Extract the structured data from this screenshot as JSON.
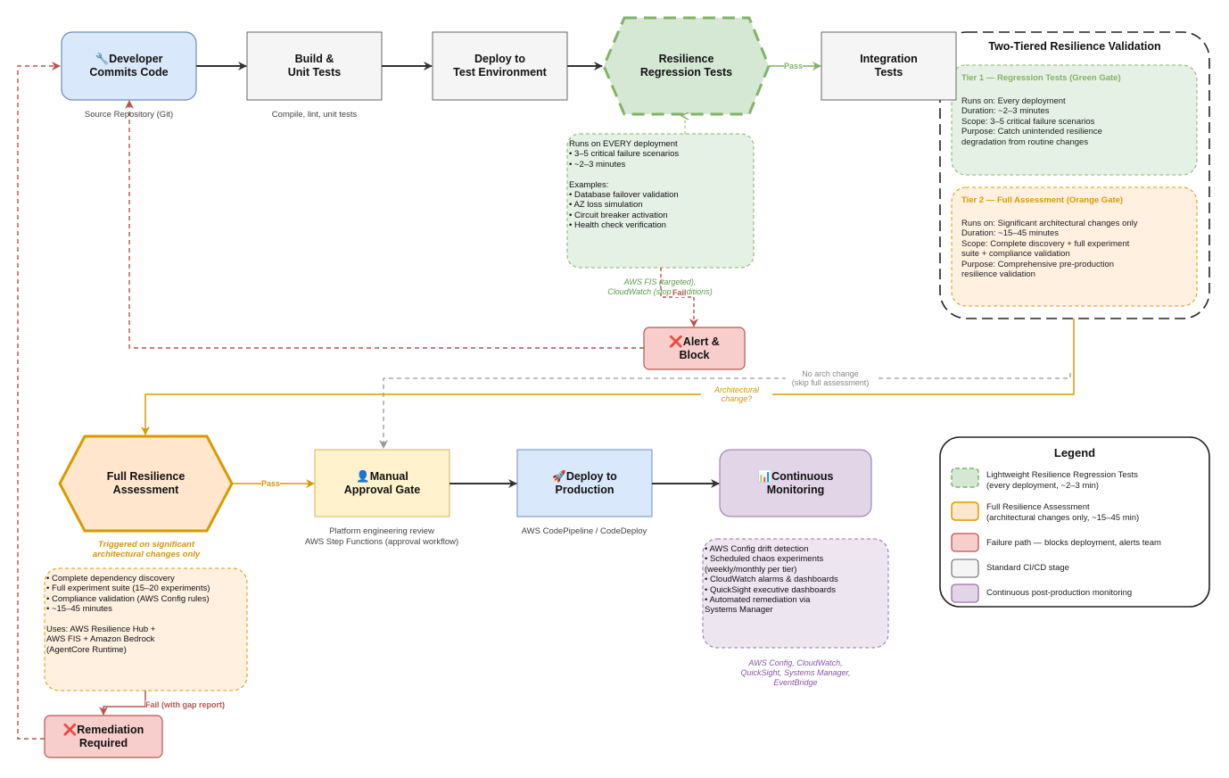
{
  "nodes": {
    "developer": {
      "icon": "🔧",
      "line1": "Developer",
      "line2": "Commits Code",
      "caption": "Source Repository (Git)"
    },
    "build": {
      "line1": "Build &",
      "line2": "Unit Tests",
      "caption": "Compile, lint, unit tests"
    },
    "deploy_test": {
      "line1": "Deploy to",
      "line2": "Test Environment"
    },
    "regression": {
      "line1": "Resilience",
      "line2": "Regression Tests"
    },
    "integration": {
      "line1": "Integration",
      "line2": "Tests"
    },
    "alert": {
      "icon": "❌",
      "line1": "Alert &",
      "line2": "Block"
    },
    "full": {
      "line1": "Full Resilience",
      "line2": "Assessment"
    },
    "approval": {
      "icon": "👤",
      "line1": "Manual",
      "line2": "Approval Gate",
      "caption1": "Platform engineering review",
      "caption2": "AWS Step Functions (approval workflow)"
    },
    "production": {
      "icon": "🚀",
      "line1": "Deploy to",
      "line2": "Production",
      "caption": "AWS CodePipeline / CodeDeploy"
    },
    "monitoring": {
      "icon": "📊",
      "line1": "Continuous",
      "line2": "Monitoring"
    },
    "remediation": {
      "icon": "❌",
      "line1": "Remediation",
      "line2": "Required"
    }
  },
  "notes": {
    "regression": "Runs on EVERY deployment\n• 3–5 critical failure scenarios\n• ~2–3 minutes\n\nExamples:\n• Database failover validation\n• AZ loss simulation\n• Circuit breaker activation\n• Health check verification",
    "regression_tools": "AWS FIS (targeted),\nCloudWatch (stop conditions)",
    "full_trigger": "Triggered on significant\narchitectural changes only",
    "full": "• Complete dependency discovery\n• Full experiment suite (15–20 experiments)\n• Compliance validation (AWS Config rules)\n• ~15–45 minutes\n\nUses: AWS Resilience Hub +\nAWS FIS + Amazon Bedrock\n(AgentCore Runtime)",
    "monitoring": "• AWS Config drift detection\n• Scheduled chaos experiments\n(weekly/monthly per tier)\n• CloudWatch alarms & dashboards\n• QuickSight executive dashboards\n• Automated remediation via\nSystems Manager",
    "monitoring_tools": "AWS Config, CloudWatch,\nQuickSight, Systems Manager,\nEventBridge"
  },
  "edges": {
    "pass1": "Pass",
    "fail1": "Fail",
    "pass2": "Pass",
    "fail2": "Fail (with gap report)",
    "no_arch": "No arch change\n(skip full assessment)",
    "arch": "Architectural\nchange?"
  },
  "panel": {
    "title": "Two-Tiered Resilience Validation",
    "tier1_title": "Tier 1 — Regression Tests (Green Gate)",
    "tier1_body": "Runs on: Every deployment\nDuration: ~2–3 minutes\nScope: 3–5 critical failure scenarios\nPurpose: Catch unintended resilience\ndegradation from routine changes",
    "tier2_title": "Tier 2 — Full Assessment (Orange Gate)",
    "tier2_body": "Runs on: Significant architectural changes only\nDuration: ~15–45 minutes\nScope: Complete discovery + full experiment\nsuite + compliance validation\nPurpose: Comprehensive pre-production\nresilience validation"
  },
  "legend": {
    "title": "Legend",
    "items": [
      {
        "text": "Lightweight Resilience Regression Tests\n(every deployment, ~2–3 min)"
      },
      {
        "text": "Full Resilience Assessment\n(architectural changes only, ~15–45 min)"
      },
      {
        "text": "Failure path — blocks deployment, alerts team"
      },
      {
        "text": "Standard CI/CD stage"
      },
      {
        "text": "Continuous post-production monitoring"
      }
    ]
  },
  "colors": {
    "blue_fill": "#dae8fc",
    "blue_stroke": "#6c8ebf",
    "gray_fill": "#f5f5f5",
    "gray_stroke": "#666666",
    "green_fill": "#d5e8d4",
    "green_stroke": "#82b366",
    "orange_fill": "#ffe6cc",
    "orange_stroke": "#d79b00",
    "yellow_fill": "#fff2cc",
    "yellow_stroke": "#d6b656",
    "red_fill": "#f8cecc",
    "red_stroke": "#b85450",
    "purple_fill": "#e1d5e7",
    "purple_stroke": "#9673a6"
  }
}
